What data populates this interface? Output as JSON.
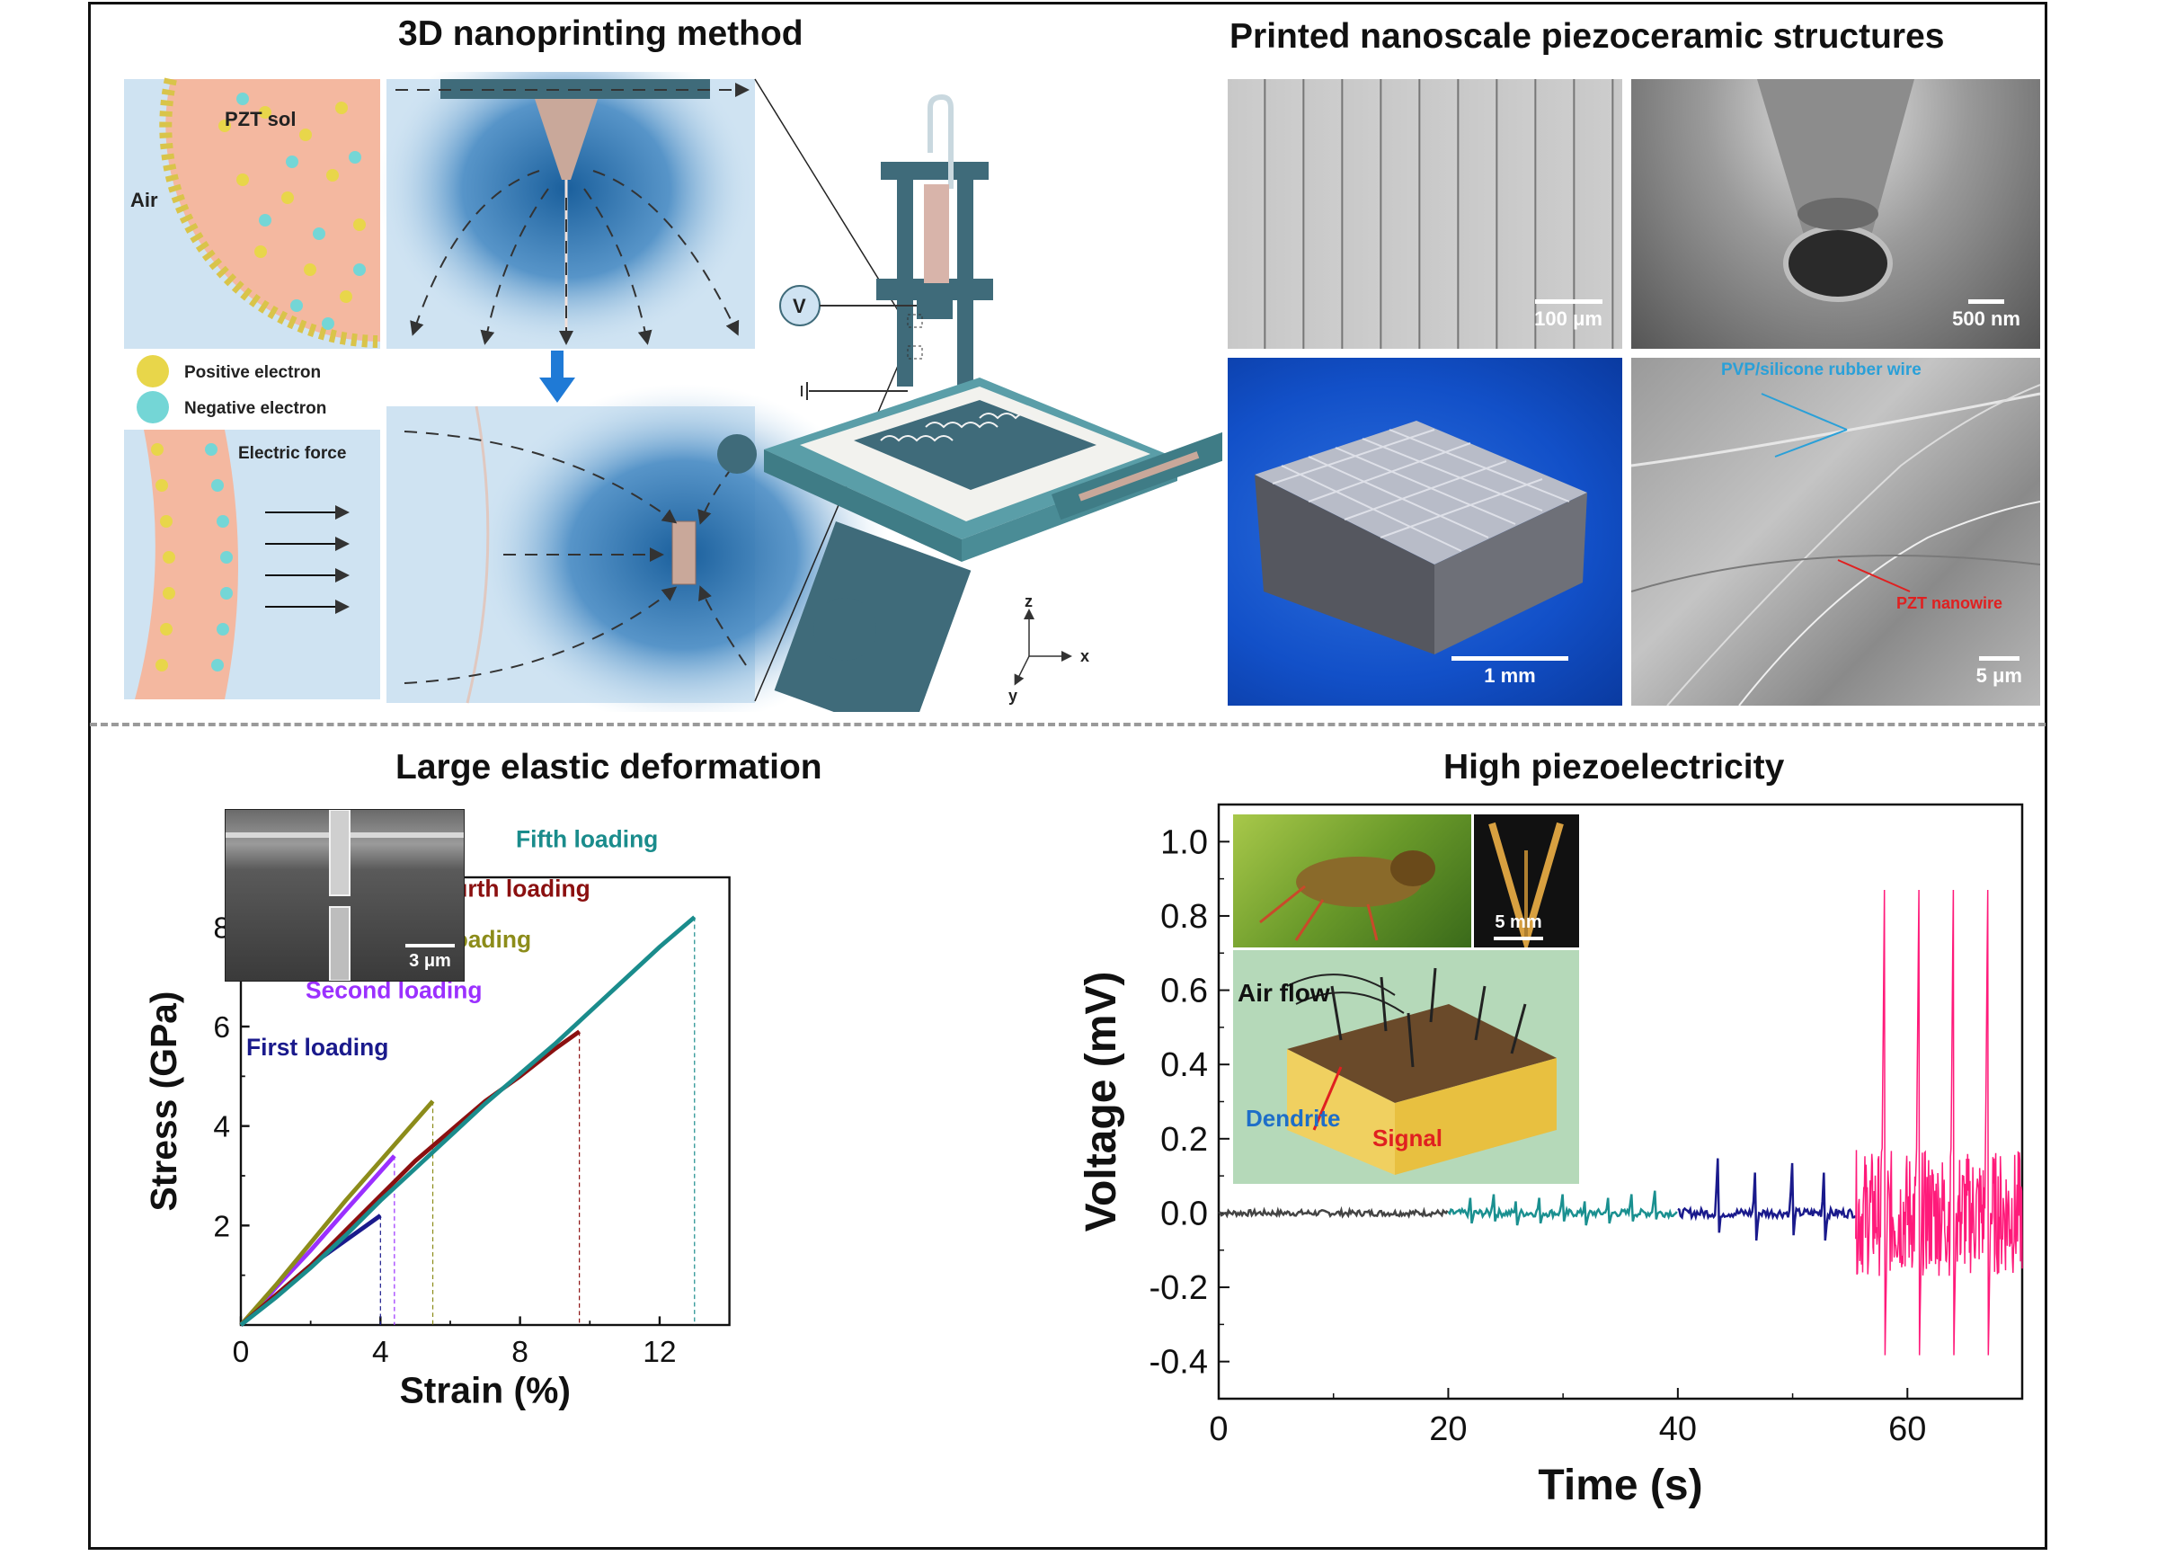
{
  "figure": {
    "top_left_title": "3D nanoprinting method",
    "top_right_title": "Printed nanoscale piezoceramic structures",
    "bottom_left_title": "Large elastic deformation",
    "bottom_right_title": "High piezoelectricity"
  },
  "schematic": {
    "pzt_sol": "PZT sol",
    "air": "Air",
    "legend_positive": "Positive electron",
    "legend_negative": "Negative electron",
    "electric_force": "Electric force",
    "voltage_symbol": "V",
    "axis_z": "z",
    "axis_x": "x",
    "axis_y": "y",
    "colors": {
      "positive": "#e8d64a",
      "negative": "#74d6d6",
      "sol": "#f4b8a0",
      "field": "#1f6fae",
      "panel_bg": "#cfe3f2",
      "printer": "#3f6b7a"
    }
  },
  "micrographs": {
    "sb_lines": "100 μm",
    "sb_nozzle": "500 nm",
    "sb_lattice": "1 mm",
    "sb_sem": "5 μm",
    "pvp_label": "PVP/silicone rubber wire",
    "pzt_label": "PZT nanowire"
  },
  "inset_pillar_scale": "3 μm",
  "inset_insect_scale": "5 mm",
  "inset_labels": {
    "air_flow": "Air flow",
    "dendrite": "Dendrite",
    "signal": "Signal"
  },
  "chart_data": [
    {
      "type": "line",
      "title": "Large elastic deformation",
      "xlabel": "Strain (%)",
      "ylabel": "Stress (GPa)",
      "xlim": [
        0,
        14
      ],
      "ylim": [
        0,
        9
      ],
      "xticks": [
        0,
        4,
        8,
        12
      ],
      "yticks": [
        2,
        4,
        6,
        8
      ],
      "grid": false,
      "series": [
        {
          "name": "First loading",
          "color": "#1a1a8c",
          "x": [
            0,
            0.5,
            1,
            2,
            3,
            4.0
          ],
          "y": [
            0,
            0.3,
            0.6,
            1.2,
            1.7,
            2.2
          ],
          "drop_x": 4.0
        },
        {
          "name": "Second loading",
          "color": "#9b30ff",
          "x": [
            0,
            0.5,
            1,
            2,
            3,
            4.4
          ],
          "y": [
            0,
            0.35,
            0.75,
            1.5,
            2.3,
            3.4
          ],
          "drop_x": 4.4
        },
        {
          "name": "Third loading",
          "color": "#8c8c1a",
          "x": [
            0,
            0.5,
            1,
            2,
            3,
            4,
            5.5
          ],
          "y": [
            0,
            0.4,
            0.8,
            1.65,
            2.5,
            3.3,
            4.5
          ],
          "drop_x": 5.5
        },
        {
          "name": "Fourth loading",
          "color": "#8b1010",
          "x": [
            0,
            1,
            2,
            3,
            4,
            5,
            6,
            7,
            8,
            9,
            9.7
          ],
          "y": [
            0,
            0.6,
            1.2,
            1.9,
            2.6,
            3.3,
            3.9,
            4.5,
            5.0,
            5.55,
            5.9
          ],
          "drop_x": 9.7
        },
        {
          "name": "Fifth loading",
          "color": "#1a8c8c",
          "x": [
            0,
            1,
            2,
            3,
            4,
            5,
            6,
            7,
            8,
            9,
            10,
            11,
            12,
            13.0
          ],
          "y": [
            0,
            0.55,
            1.15,
            1.8,
            2.5,
            3.15,
            3.8,
            4.45,
            5.05,
            5.65,
            6.3,
            6.95,
            7.6,
            8.2
          ],
          "drop_x": 13.0
        }
      ]
    },
    {
      "type": "line",
      "title": "High piezoelectricity",
      "xlabel": "Time (s)",
      "ylabel": "Voltage (mV)",
      "xlim": [
        0,
        70
      ],
      "ylim": [
        -0.5,
        1.1
      ],
      "xticks": [
        0,
        20,
        40,
        60
      ],
      "yticks": [
        -0.4,
        -0.2,
        0.0,
        0.2,
        0.4,
        0.6,
        0.8,
        1.0
      ],
      "ytick_labels": [
        "-0.4",
        "-0.2",
        "0.0",
        "0.2",
        "0.4",
        "0.6",
        "0.8",
        "1.0"
      ],
      "grid": false,
      "segments": [
        {
          "color": "#444444",
          "t_start": 0,
          "t_end": 20,
          "noise": 0.008,
          "spikes": [],
          "spike_amp": 0
        },
        {
          "color": "#1a9090",
          "t_start": 20,
          "t_end": 40,
          "noise": 0.01,
          "spikes": [
            22,
            24,
            26,
            28,
            30,
            32,
            34,
            36,
            38
          ],
          "spike_amp": 0.06
        },
        {
          "color": "#1a1a8c",
          "t_start": 40,
          "t_end": 55.5,
          "noise": 0.012,
          "spikes": [
            43.5,
            46.8,
            50,
            52.8
          ],
          "spike_amp": 0.16
        },
        {
          "color": "#ff1a7a",
          "t_start": 55.5,
          "t_end": 70,
          "noise": 0.17,
          "spikes": [
            58,
            61,
            64,
            67
          ],
          "spike_amp": 0.87
        }
      ]
    }
  ]
}
